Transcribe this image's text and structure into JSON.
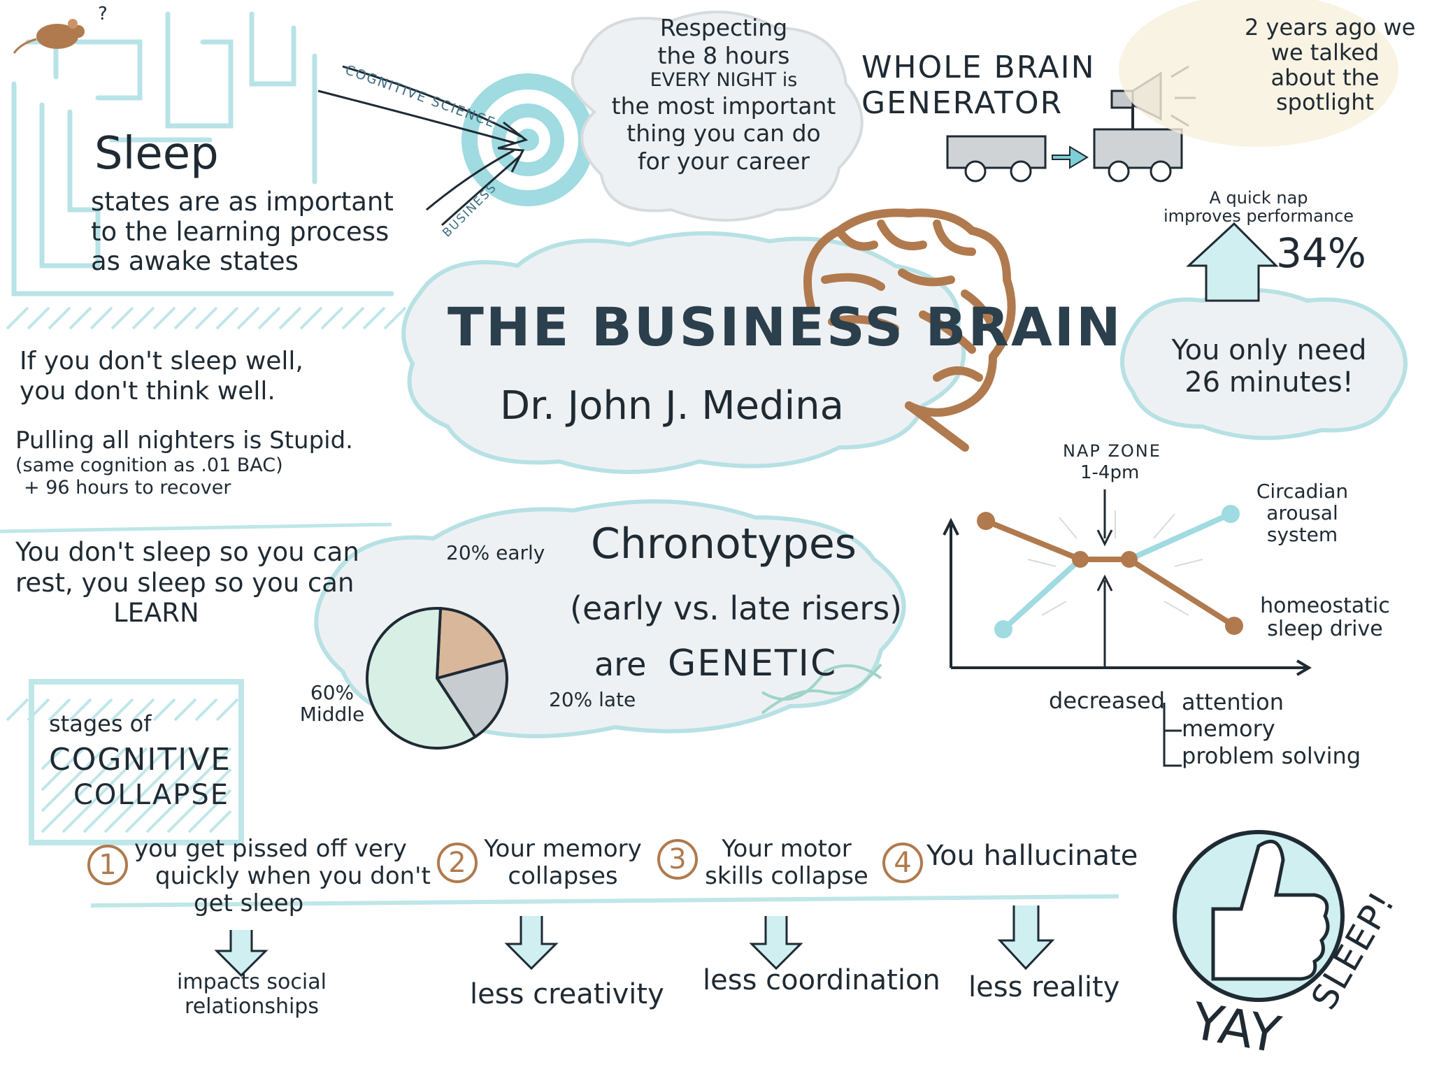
{
  "colors": {
    "ink": "#1f2a33",
    "teal": "#7fcfd6",
    "teal_light": "#cfeff0",
    "brown": "#b07a4e",
    "gray": "#9aa3a8",
    "cloud": "#eef1f3"
  },
  "icons": [
    "mouse-icon",
    "maze-icon",
    "target-icon",
    "wagon-icon",
    "megaphone-icon",
    "brain-icon",
    "dna-icon",
    "thumbs-up-icon",
    "up-arrow-icon"
  ],
  "header": {
    "title": "THE BUSINESS BRAIN",
    "speaker": "Dr. John J. Medina"
  },
  "target": {
    "arrow_top": "COGNITIVE SCIENCE",
    "arrow_bottom": "BUSINESS"
  },
  "sleep_quote": {
    "word": "Sleep",
    "lines": [
      "states are as important",
      "to the learning process",
      "as awake states"
    ]
  },
  "respect": {
    "lines": [
      "Respecting",
      "the 8 hours",
      "EVERY NIGHT is",
      "the most important",
      "thing you can do",
      "for your career"
    ]
  },
  "generator": {
    "line1": "WHOLE BRAIN",
    "line2": "GENERATOR"
  },
  "spotlight": {
    "lines": [
      "2 years ago we",
      "we talked",
      "about the",
      "spotlight"
    ]
  },
  "nap": {
    "line1": "A quick nap",
    "line2": "improves performance",
    "value": "34%",
    "cloud_line1": "You only need",
    "cloud_line2": "26 minutes!"
  },
  "left_notes": {
    "note1": [
      "If you don't sleep well,",
      "you don't think well."
    ],
    "note2": [
      "Pulling all nighters is Stupid.",
      "(same cognition as .01 BAC)",
      "+ 96 hours to recover"
    ],
    "note3": [
      "You don't sleep so you can",
      "rest, you sleep so you can",
      "LEARN"
    ]
  },
  "chronotypes": {
    "title": "Chronotypes",
    "line2": "(early vs. late risers)",
    "line3_a": "are",
    "line3_b": "GENETIC"
  },
  "chart_data": {
    "type": "pie",
    "slices": [
      {
        "label": "20% early",
        "value": 20
      },
      {
        "label": "20% late",
        "value": 20
      },
      {
        "label": "60% Middle",
        "value": 60
      }
    ]
  },
  "circadian": {
    "nap_zone": "NAP ZONE",
    "nap_hours": "1-4pm",
    "series_up": "Circadian arousal system",
    "series_down": "homeostatic sleep drive",
    "decreased": "decreased",
    "effects": [
      "attention",
      "memory",
      "problem solving"
    ]
  },
  "stages": {
    "header1": "stages of",
    "header2": "COGNITIVE",
    "header3": "COLLAPSE",
    "items": [
      {
        "num": "1",
        "text": [
          "you get pissed off very",
          "quickly when you don't",
          "get sleep"
        ],
        "result": [
          "impacts social",
          "relationships"
        ]
      },
      {
        "num": "2",
        "text": [
          "Your memory",
          "collapses"
        ],
        "result": [
          "less creativity"
        ]
      },
      {
        "num": "3",
        "text": [
          "Your motor",
          "skills collapse"
        ],
        "result": [
          "less coordination"
        ]
      },
      {
        "num": "4",
        "text": [
          "You hallucinate"
        ],
        "result": [
          "less reality"
        ]
      }
    ]
  },
  "yay": {
    "word1": "YAY",
    "word2": "SLEEP!"
  }
}
